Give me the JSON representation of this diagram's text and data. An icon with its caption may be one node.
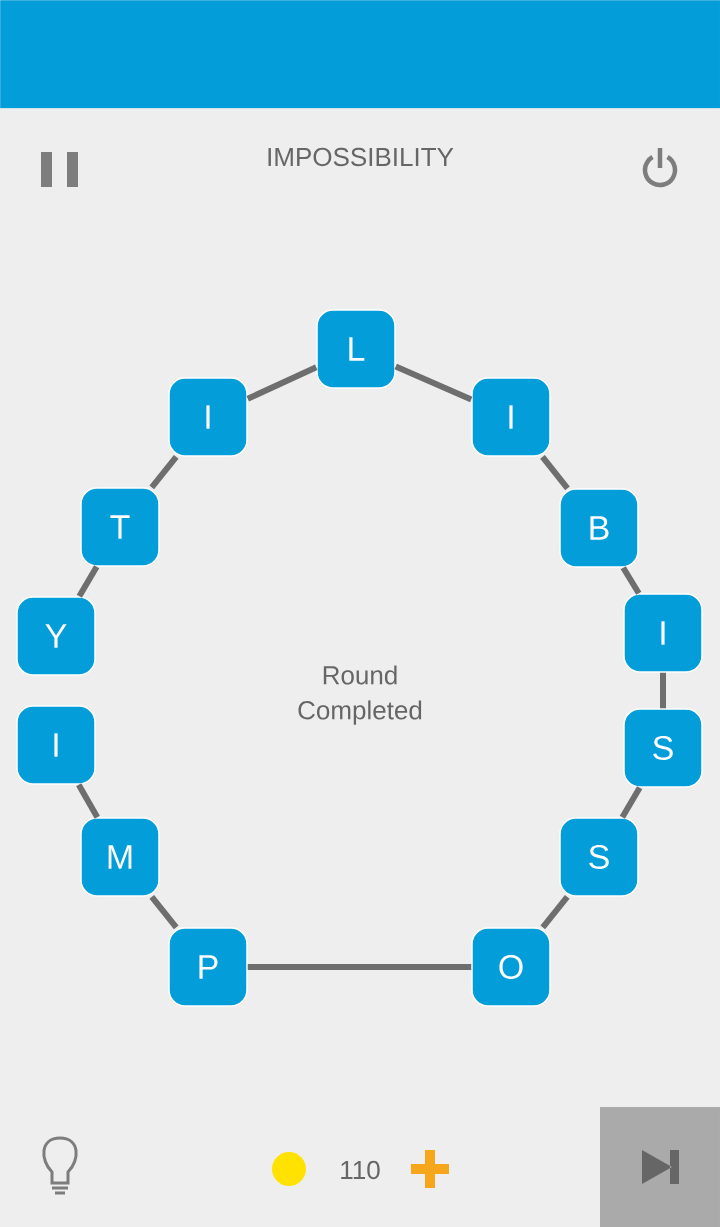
{
  "diagram": {
    "nodes": [
      {
        "text": [],
        "shape": "bar"
      },
      {
        "text": [
          "L"
        ]
      },
      {
        "text": [
          "I"
        ]
      },
      {
        "text": [
          "I"
        ]
      },
      {
        "text": [
          "T"
        ]
      },
      {
        "text": [
          "B"
        ]
      },
      {
        "text": [
          "I"
        ]
      },
      {
        "text": [
          "Y"
        ]
      },
      {
        "text": [
          "I"
        ]
      },
      {
        "text": [
          "S"
        ]
      },
      {
        "text": [
          "M"
        ]
      },
      {
        "text": [
          "S"
        ]
      },
      {
        "text": [
          "P"
        ]
      },
      {
        "text": [
          "O"
        ]
      }
    ],
    "edges": [
      {
        "from": 8,
        "to": 10,
        "arrow": "none"
      },
      {
        "from": 10,
        "to": 12,
        "arrow": "none"
      },
      {
        "from": 12,
        "to": 13,
        "arrow": "none"
      },
      {
        "from": 13,
        "to": 11,
        "arrow": "none"
      },
      {
        "from": 11,
        "to": 9,
        "arrow": "none"
      },
      {
        "from": 9,
        "to": 6,
        "arrow": "none"
      },
      {
        "from": 6,
        "to": 5,
        "arrow": "none"
      },
      {
        "from": 5,
        "to": 3,
        "arrow": "none"
      },
      {
        "from": 3,
        "to": 1,
        "arrow": "none"
      },
      {
        "from": 1,
        "to": 2,
        "arrow": "none"
      },
      {
        "from": 2,
        "to": 4,
        "arrow": "none"
      },
      {
        "from": 4,
        "to": 7,
        "arrow": "none"
      }
    ],
    "labels": [
      "IMPOSSIBILITY",
      "Round Completed",
      "110"
    ]
  }
}
